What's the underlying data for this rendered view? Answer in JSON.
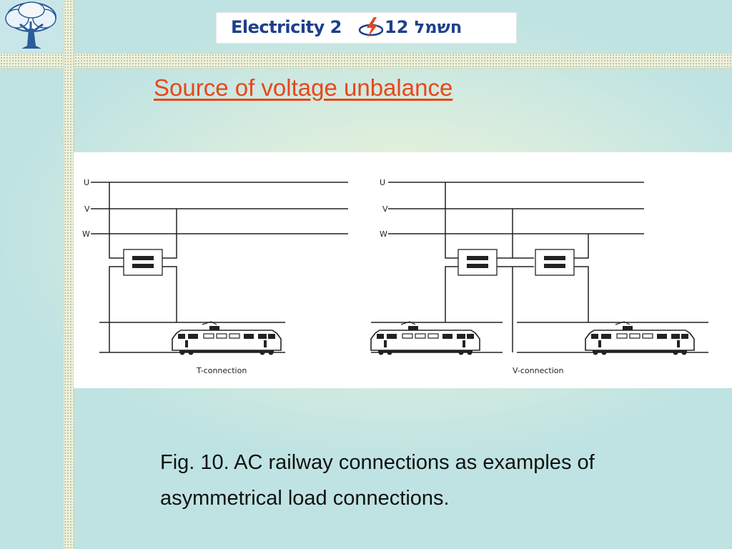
{
  "banner": {
    "text_left": "Electricity 2",
    "text_right": "12 חשמל",
    "logo_accent_color": "#e8461b",
    "logo_color": "#1d3f8c"
  },
  "slide": {
    "title": "Source of voltage unbalance",
    "title_color": "#e8461b",
    "caption_line1": "Fig. 10. AC railway connections as examples of",
    "caption_line2": "asymmetrical load connections."
  },
  "diagram": {
    "left": {
      "phase_labels": [
        "U",
        "V",
        "W"
      ],
      "caption": "T-connection"
    },
    "right": {
      "phase_labels": [
        "U",
        "V",
        "W"
      ],
      "caption": "V-connection"
    }
  },
  "icons": {
    "corner_logo": "tree-icon",
    "train": "train-icon",
    "transformer": "transformer-icon"
  }
}
